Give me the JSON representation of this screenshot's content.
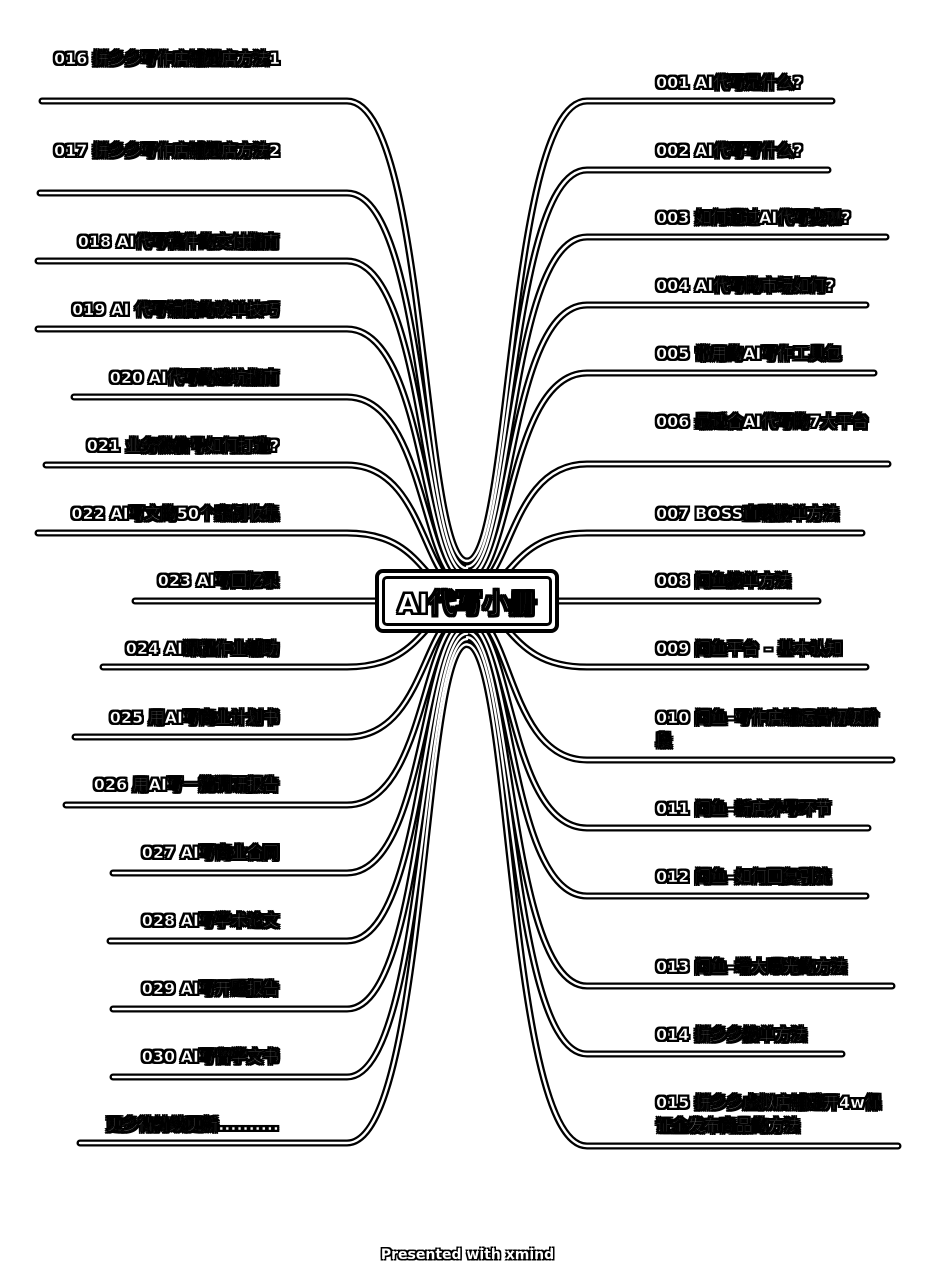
{
  "center_topic": "AI代写小册",
  "right_topics": [
    "001  AI代写是什么?",
    "002 AI代写写什么?",
    "003  如何通过AI代写变现?",
    "004  AI代写的市场如何?",
    "005 常用的AI写作工具包",
    "006  最适合AI代写的7大平台",
    "007  BOSS直聘接单方法",
    "008 闲鱼接单方法",
    "009 闲鱼平台 – 基本认知",
    "010  闲鱼–写作店铺运营初级阶段",
    "011 闲鱼–新店养号环节",
    "012 闲鱼–如何回复引流",
    "013  闲鱼–增大曝光的方法",
    "014  拼多多接单方法",
    "015 拼多多虚拟店铺避开4w保证金发布商品的方法"
  ],
  "left_topics": [
    "016 拼多多写作店铺起店方法1",
    "017  拼多多写作店铺起店方法2",
    "018  AI代写稿件的交付指南",
    "019 AI 代写销售的谈单技巧",
    "020  AI代写的避坑指南",
    "021  业务微信号如何打造?",
    "022  AI写文的50个案例收集",
    "023 AI写回忆录",
    "024  AI课程作业辅助",
    "025  用AI写商业计划书",
    "026 用AI写一篇调研报告",
    "027  AI写商业合同",
    "028  AI写学术论文",
    "029  AI写开题报告",
    "030  AI写留学文书",
    "更多待持续更新.........."
  ],
  "footer": "Presented with xmind"
}
